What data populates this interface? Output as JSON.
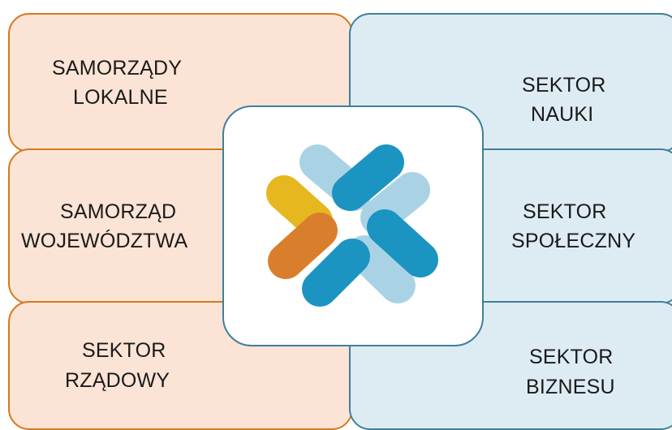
{
  "left_boxes": [
    {
      "line1": "SAMORZĄDY",
      "line2": "LOKALNE"
    },
    {
      "line1": "SAMORZĄD",
      "line2": "WOJEWÓDZTWA"
    },
    {
      "line1": "SEKTOR",
      "line2": "RZĄDOWY"
    }
  ],
  "right_boxes": [
    {
      "line1": "SEKTOR",
      "line2": "NAUKI"
    },
    {
      "line1": "SEKTOR",
      "line2": "SPOŁECZNY"
    },
    {
      "line1": "SEKTOR",
      "line2": "BIZNESU"
    }
  ],
  "colors": {
    "left_fill": "#fbe4d5",
    "left_border": "#d6781f",
    "right_fill": "#ddecf3",
    "right_border": "#3f7f9b",
    "logo_yellow": "#e6b71e",
    "logo_orange": "#d97f2b",
    "logo_blue": "#1b94c2",
    "logo_light_blue": "#a9d3e5"
  },
  "logo": {
    "icon": "cross-molecule-logo-icon"
  }
}
